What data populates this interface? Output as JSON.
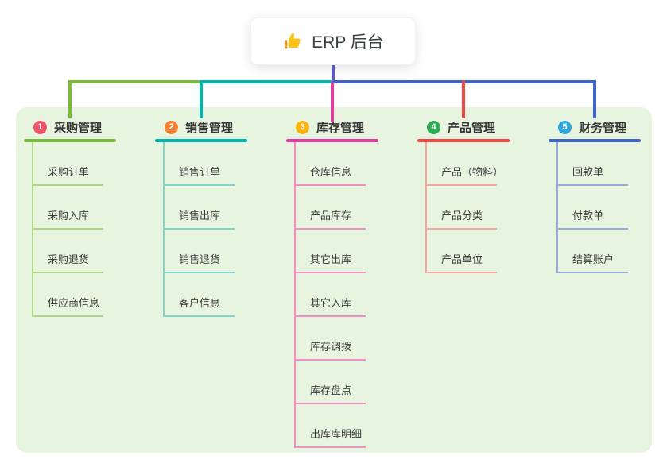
{
  "root": {
    "title": "ERP 后台",
    "icon": "thumbs-up-icon"
  },
  "branches": [
    {
      "index": "1",
      "label": "采购管理",
      "color": "#7cba3d",
      "child_color": "#aed487",
      "badge_color": "#f25266",
      "children": [
        "采购订单",
        "采购入库",
        "采购退货",
        "供应商信息"
      ]
    },
    {
      "index": "2",
      "label": "销售管理",
      "color": "#02b4ab",
      "child_color": "#7fd4cc",
      "badge_color": "#f6812e",
      "children": [
        "销售订单",
        "销售出库",
        "销售退货",
        "客户信息"
      ]
    },
    {
      "index": "3",
      "label": "库存管理",
      "color": "#df3da1",
      "child_color": "#ef8fc4",
      "badge_color": "#fbb30c",
      "children": [
        "仓库信息",
        "产品库存",
        "其它出库",
        "其它入库",
        "库存调拨",
        "库存盘点",
        "出库库明细"
      ]
    },
    {
      "index": "4",
      "label": "产品管理",
      "color": "#f04641",
      "child_color": "#f8a5a1",
      "badge_color": "#2cab53",
      "children": [
        "产品（物料）",
        "产品分类",
        "产品单位"
      ]
    },
    {
      "index": "5",
      "label": "财务管理",
      "color": "#3d64c8",
      "child_color": "#97abdf",
      "badge_color": "#2ba7e0",
      "children": [
        "回款单",
        "付款单",
        "结算账户"
      ]
    }
  ],
  "colors": {
    "panel_bg": "#e7f4df",
    "root_line": "#5761d0"
  }
}
